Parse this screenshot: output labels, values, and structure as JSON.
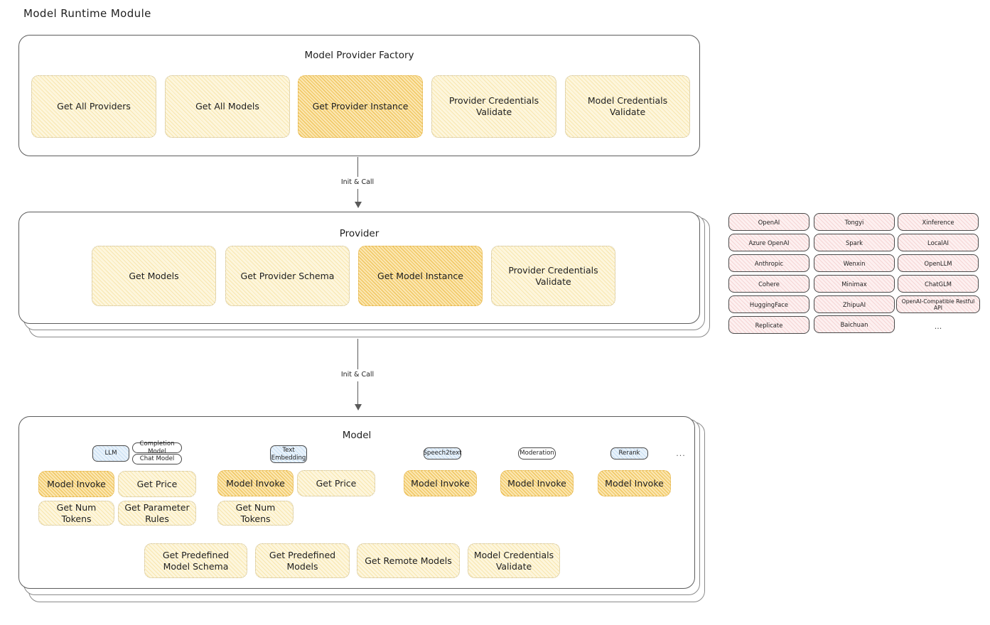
{
  "diagram": {
    "title": "Model Runtime Module",
    "type": "architecture-diagram"
  },
  "factory": {
    "title": "Model Provider Factory",
    "methods": [
      {
        "label": "Get All Providers",
        "highlighted": false
      },
      {
        "label": "Get All Models",
        "highlighted": false
      },
      {
        "label": "Get Provider Instance",
        "highlighted": true
      },
      {
        "label": "Provider Credentials Validate",
        "highlighted": false
      },
      {
        "label": "Model Credentials Validate",
        "highlighted": false
      }
    ]
  },
  "arrow1": {
    "label": "Init & Call"
  },
  "provider": {
    "title": "Provider",
    "methods": [
      {
        "label": "Get Models",
        "highlighted": false
      },
      {
        "label": "Get Provider Schema",
        "highlighted": false
      },
      {
        "label": "Get Model Instance",
        "highlighted": true
      },
      {
        "label": "Provider Credentials Validate",
        "highlighted": false
      }
    ]
  },
  "provider_list": {
    "columns": [
      {
        "items": [
          "OpenAI",
          "Azure OpenAI",
          "Anthropic",
          "Cohere",
          "HuggingFace",
          "Replicate"
        ]
      },
      {
        "items": [
          "Tongyi",
          "Spark",
          "Wenxin",
          "Minimax",
          "ZhipuAI",
          "Baichuan"
        ]
      },
      {
        "items": [
          "Xinference",
          "LocalAI",
          "OpenLLM",
          "ChatGLM",
          "OpenAI-Compatible Restful API",
          "..."
        ]
      }
    ]
  },
  "arrow2": {
    "label": "Init & Call"
  },
  "model": {
    "title": "Model",
    "more_indicator": "...",
    "types": [
      {
        "badge": "LLM",
        "sub_badges": [
          "Completion Model",
          "Chat Model"
        ],
        "methods": [
          {
            "label": "Model Invoke",
            "highlighted": true
          },
          {
            "label": "Get Price",
            "highlighted": false
          },
          {
            "label": "Get Num Tokens",
            "highlighted": false
          },
          {
            "label": "Get Parameter Rules",
            "highlighted": false
          }
        ]
      },
      {
        "badge": "Text Embedding",
        "sub_badges": [],
        "methods": [
          {
            "label": "Model Invoke",
            "highlighted": true
          },
          {
            "label": "Get Price",
            "highlighted": false
          },
          {
            "label": "Get Num Tokens",
            "highlighted": false
          }
        ]
      },
      {
        "badge": "Speech2text",
        "sub_badges": [],
        "methods": [
          {
            "label": "Model Invoke",
            "highlighted": true
          }
        ]
      },
      {
        "badge": "Moderation",
        "sub_badges": [],
        "methods": [
          {
            "label": "Model Invoke",
            "highlighted": true
          }
        ]
      },
      {
        "badge": "Rerank",
        "sub_badges": [],
        "methods": [
          {
            "label": "Model Invoke",
            "highlighted": true
          }
        ]
      }
    ],
    "shared_methods": [
      "Get Predefined Model Schema",
      "Get Predefined Models",
      "Get Remote Models",
      "Model Credentials Validate"
    ]
  },
  "colors": {
    "highlight_fill": "#fbe6b0",
    "method_fill": "#fdf6dd",
    "provider_chip_fill": "#fdf0f0",
    "badge_fill": "#e8f2fb",
    "stroke": "#1e1e1e"
  }
}
